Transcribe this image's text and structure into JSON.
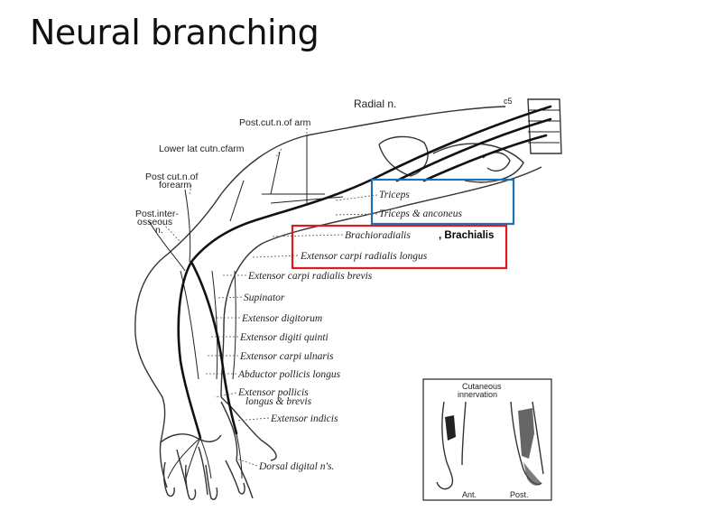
{
  "title": "Neural branching",
  "labels": {
    "radial_n": "Radial n.",
    "cs": "c5",
    "post_cut_arm": "Post.cut.n.of arm",
    "lower_lat": "Lower lat cutn.cfarm",
    "post_cut_forearm_1": "Post cut.n.of",
    "post_cut_forearm_2": "forearm",
    "post_inter_1": "Post.inter-",
    "post_inter_2": "osseous",
    "post_inter_3": "n.",
    "triceps": "Triceps",
    "triceps_anconeus": "Triceps & anconeus",
    "brachioradialis": "Brachioradialis",
    "brachialis_added": ", Brachialis",
    "ecrl": "Extensor carpi radialis longus",
    "ecrb": "Extensor carpi radialis brevis",
    "supinator": "Supinator",
    "ext_digitorum": "Extensor digitorum",
    "ext_digiti_quinti": "Extensor digiti quinti",
    "ext_carpi_ulnaris": "Extensor carpi ulnaris",
    "abductor_pollicis": "Abductor pollicis longus",
    "ext_pollicis_1": "Extensor pollicis",
    "ext_pollicis_2": "longus & brevis",
    "ext_indicis": "Extensor indicis",
    "dorsal_digital": "Dorsal digital n's."
  },
  "inset": {
    "title_1": "Cutaneous",
    "title_2": "innervation",
    "ant": "Ant.",
    "post": "Post."
  },
  "highlight_colors": {
    "blue_box": "#1f6fb8",
    "red_box": "#e2181f"
  }
}
